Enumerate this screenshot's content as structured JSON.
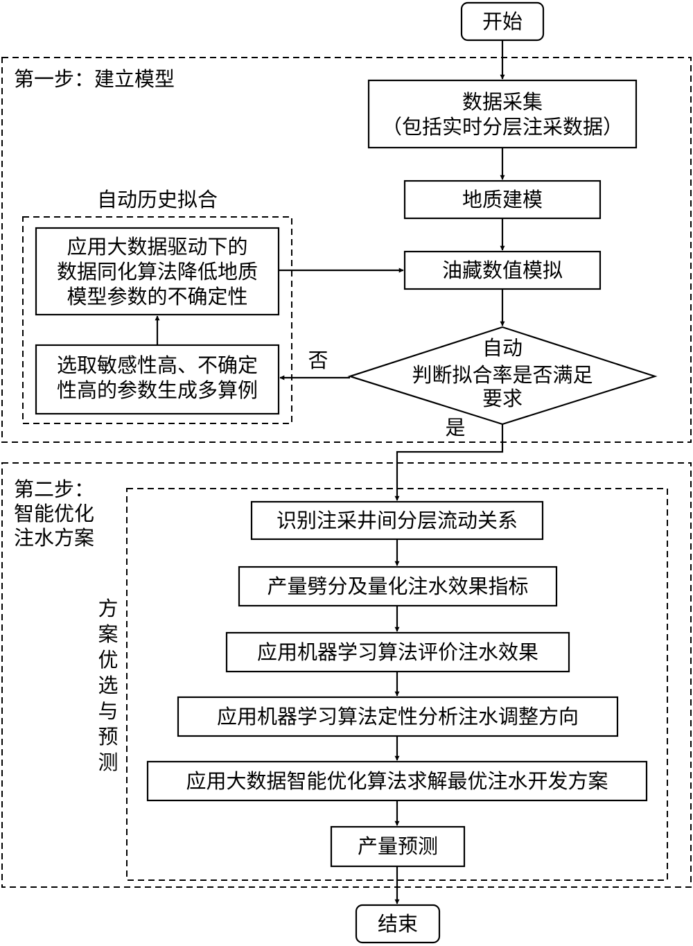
{
  "nodes": {
    "start": "开始",
    "data_collection": [
      "数据采集",
      "（包括实时分层注采数据）"
    ],
    "geo_modeling": "地质建模",
    "reservoir_sim": "油藏数值模拟",
    "decision": [
      "自动",
      "判断拟合率是否满足",
      "要求"
    ],
    "apply_bigdata": [
      "应用大数据驱动下的",
      "数据同化算法降低地质",
      "模型参数的不确定性"
    ],
    "select_params": [
      "选取敏感性高、不确定",
      "性高的参数生成多算例"
    ],
    "identify_flow": "识别注采井间分层流动关系",
    "split_production": "产量劈分及量化注水效果指标",
    "ml_evaluate": "应用机器学习算法评价注水效果",
    "ml_adjust": "应用机器学习算法定性分析注水调整方向",
    "bigdata_optimize": "应用大数据智能优化算法求解最优注水开发方案",
    "production_forecast": "产量预测",
    "end": "结束"
  },
  "labels": {
    "step1": "第一步：建立模型",
    "step2": [
      "第二步：",
      "智能优化",
      "注水方案"
    ],
    "auto_history": "自动历史拟合",
    "scheme_vertical": [
      "方",
      "案",
      "优",
      "选",
      "与",
      "预",
      "测"
    ],
    "no": "否",
    "yes": "是"
  }
}
